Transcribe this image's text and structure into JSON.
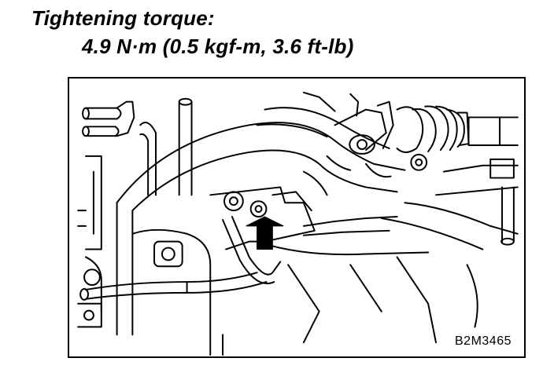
{
  "header": {
    "title": "Tightening torque:",
    "torque_spec": "4.9 N·m (0.5 kgf-m, 3.6 ft-lb)"
  },
  "figure": {
    "code": "B2M3465",
    "arrow_icon": "bold-down-arrow-icon",
    "line_color": "#000000",
    "background_color": "#ffffff"
  }
}
